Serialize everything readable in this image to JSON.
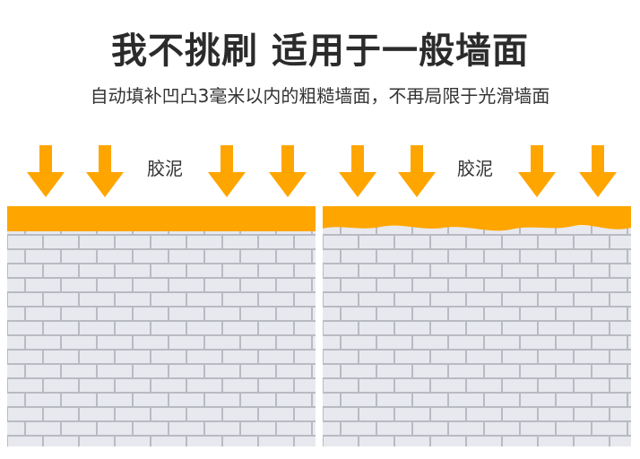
{
  "header": {
    "title": "我不挑刷 适用于一般墙面",
    "subtitle": "自动填补凹凸3毫米以内的粗糙墙面，不再局限于光滑墙面"
  },
  "panels": [
    {
      "label": "胶泥"
    },
    {
      "label": "胶泥"
    }
  ],
  "colors": {
    "accent": "#FFA500",
    "brick": "#E8E9EE",
    "mortar": "#B9BBC2",
    "title": "#2B2B2B"
  }
}
